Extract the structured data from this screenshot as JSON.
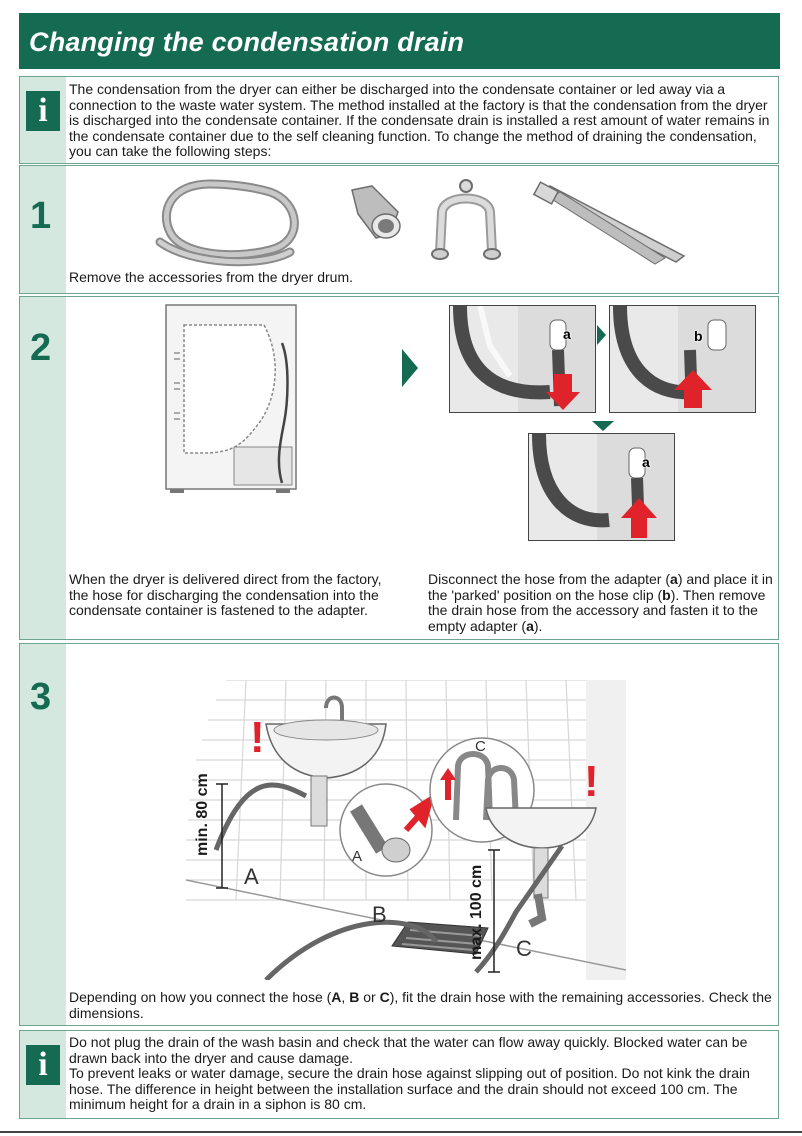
{
  "title": "Changing the condensation drain",
  "info_intro": "The condensation from the dryer can either be discharged into the condensate container or led away via a connection to the waste water system. The method installed at the factory is that the condensation from the dryer is discharged into the condensate container. If the condensate drain is installed a rest amount of water remains in the condensate container due to the self cleaning function. To change the method of draining the condensation, you can take the following steps:",
  "steps": [
    {
      "number": "1",
      "text": "Remove the accessories from the dryer drum."
    },
    {
      "number": "2",
      "text_left": "When the dryer is delivered direct from the factory, the hose for discharging the condensation into the condensate container is fastened to the adapter.",
      "text_right_1": "Disconnect the hose from the adapter (",
      "text_right_a1": "a",
      "text_right_2": ") and place it in the 'parked' position on the hose clip (",
      "text_right_b": "b",
      "text_right_3": "). Then remove the drain hose from the accessory and fasten it to the empty adapter (",
      "text_right_a2": "a",
      "text_right_4": ").",
      "label_a": "a",
      "label_b": "b"
    },
    {
      "number": "3",
      "text_1": "Depending on how you connect the hose (",
      "opt_a": "A",
      "text_2": ", ",
      "opt_b": "B",
      "text_3": " or ",
      "opt_c": "C",
      "text_4": "), fit the drain hose with the remaining accessories. Check the dimensions.",
      "label_min": "min. 80 cm",
      "label_max": "max. 100 cm",
      "label_A": "A",
      "label_B": "B",
      "label_C": "C",
      "exclaim": "!"
    }
  ],
  "info_warning_1": "Do not plug the drain of the wash basin and check that the water can flow away quickly. Blocked water can be drawn back into the dryer and cause damage.",
  "info_warning_2": "To prevent leaks or water damage, secure the drain hose against slipping out of position. Do not kink the drain hose. The difference in height between the installation surface and the drain should not exceed 100 cm. The minimum height for a drain in a siphon is 80 cm.",
  "info_icon_glyph": "i",
  "colors": {
    "brand_green": "#146b52",
    "side_tint": "#d5e8e0",
    "arrow_red": "#e0232b"
  }
}
